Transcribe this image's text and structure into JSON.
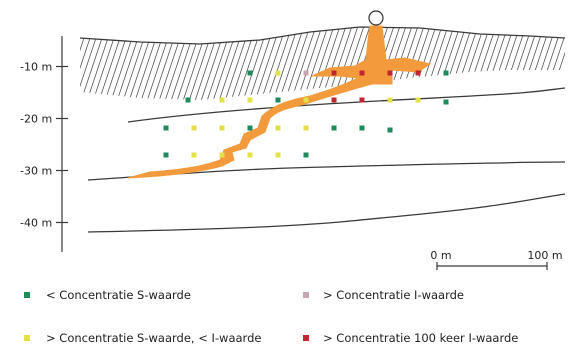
{
  "colors": {
    "plume": "#f39a3c",
    "line": "#3a3a3a",
    "hatch": "#555555",
    "s_below": "#1f8a5c",
    "s_between": "#e3e04a",
    "i_above": "#c9a6b4",
    "hundred_i": "#c0262d"
  },
  "depth_axis": {
    "ticks": [
      {
        "label": "-10 m",
        "depth_m": -10
      },
      {
        "label": "-20 m",
        "depth_m": -20
      },
      {
        "label": "-30 m",
        "depth_m": -30
      },
      {
        "label": "-40 m",
        "depth_m": -40
      }
    ]
  },
  "scale_bar": {
    "left_label": "0 m",
    "right_label": "100 m"
  },
  "legend": [
    {
      "key": "s_below",
      "label": "< Concentratie S-waarde"
    },
    {
      "key": "i_above",
      "label": "> Concentratie I-waarde"
    },
    {
      "key": "s_between",
      "label": "> Concentratie S-waarde, < I-waarde"
    },
    {
      "key": "hundred_i",
      "label": "> Concentratie 100 keer I-waarde"
    }
  ]
}
